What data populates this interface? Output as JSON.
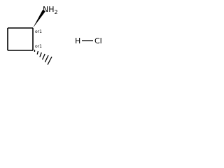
{
  "structure": {
    "amine_label": "NH2",
    "amine_label_main": "NH",
    "amine_label_sub": "2",
    "stereo_top": "or1",
    "stereo_bottom": "or1",
    "salt": {
      "hydrogen": "H",
      "chlorine": "Cl"
    }
  },
  "colors": {
    "bond": "#000000",
    "text": "#000000",
    "background": "#ffffff"
  }
}
